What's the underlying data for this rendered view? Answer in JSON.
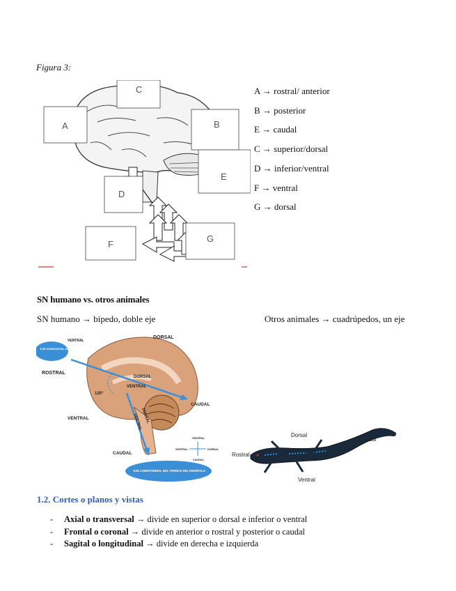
{
  "figure_caption": "Figura 3:",
  "figure_labels": {
    "a": "A",
    "b": "B",
    "c": "C",
    "d": "D",
    "e": "E",
    "f": "F",
    "g": "G"
  },
  "legend": [
    "A → rostral/ anterior",
    "B → posterior",
    "E → caudal",
    "C → superior/dorsal",
    "D → inferior/ventral",
    "F → ventral",
    "G → dorsal"
  ],
  "section_title": "SN humano vs. otros animales",
  "comparison": {
    "human": "SN humano → bípedo, doble eje",
    "animals": "Otros animales → cuadrúpedos, un eje"
  },
  "brain_diagram": {
    "dorsal": "DORSAL",
    "rostral": "ROSTRAL",
    "ventral_left": "VENTRAL",
    "caudal_right": "CAUDAL",
    "caudal_bottom": "CAUDAL",
    "angle": "120°",
    "inner_dorsal": "DORSAL",
    "inner_ventral": "VENTRAL",
    "stem_dorsal": "DORSAL",
    "stem_ventral": "VENTRAL",
    "ventral_top": "VENTRAL",
    "bubble_top": "EJE HORIZONTAL DEL CEREBRO",
    "bubble_bottom": "EJE LONGITUDINAL DEL TRONCO DEL ENCÉFALO",
    "compass": {
      "up": "VENTRAL",
      "left": "VENTRAL",
      "right": "DORSAL",
      "down": "CAUDAL"
    }
  },
  "lizard_diagram": {
    "dorsal": "Dorsal",
    "caudal": "Caudal",
    "rostral": "Rostral",
    "ventral": "Ventral"
  },
  "subheading": "1.2. Cortes o planos y vistas",
  "bullets": [
    {
      "term": "Axial o transversal",
      "desc": " → divide en superior o dorsal e inferior o ventral"
    },
    {
      "term": "Frontal o coronal",
      "desc": " → divide en anterior o rostral y posterior o caudal"
    },
    {
      "term": "Sagital o longitudinal",
      "desc": " → divide en derecha e izquierda"
    }
  ],
  "colors": {
    "accent_blue": "#2f5bb7",
    "diagram_blue": "#3a8fd6",
    "brain_tan": "#d9a27a"
  }
}
